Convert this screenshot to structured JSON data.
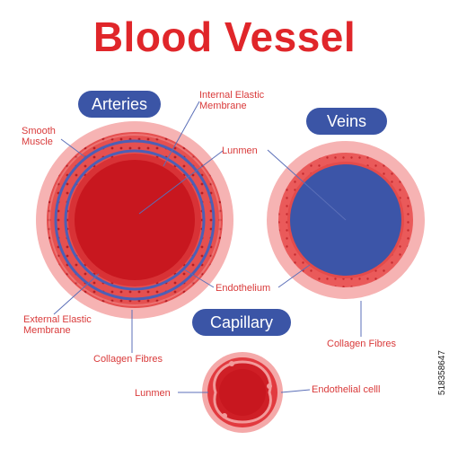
{
  "title": "Blood Vessel",
  "sections": {
    "arteries": "Arteries",
    "veins": "Veins",
    "capillary": "Capillary"
  },
  "labels": {
    "internal_elastic_line1": "Internal Elastic",
    "internal_elastic_line2": "Membrane",
    "smooth_muscle_line1": "Smooth",
    "smooth_muscle_line2": "Muscle",
    "lunmen_artery": "Lunmen",
    "endothelium": "Endothelium",
    "external_elastic_line1": "External Elastic",
    "external_elastic_line2": "Membrane",
    "collagen_artery": "Collagen Fibres",
    "collagen_vein": "Collagen Fibres",
    "lunmen_capillary": "Lunmen",
    "endothelial_cell": "Endothelial celll"
  },
  "stock_id": "518358647",
  "colors": {
    "title_red": "#e0262a",
    "pill_blue": "#3b55a6",
    "label_red": "#d93a3a",
    "leader_blue": "#5b6fb8",
    "outer_pink": "#f4a9a9",
    "muscle_red": "#e34b4b",
    "lumen_red": "#c8171f",
    "vein_blue": "#3c55a8",
    "membrane_blue": "#4d5fb5"
  }
}
